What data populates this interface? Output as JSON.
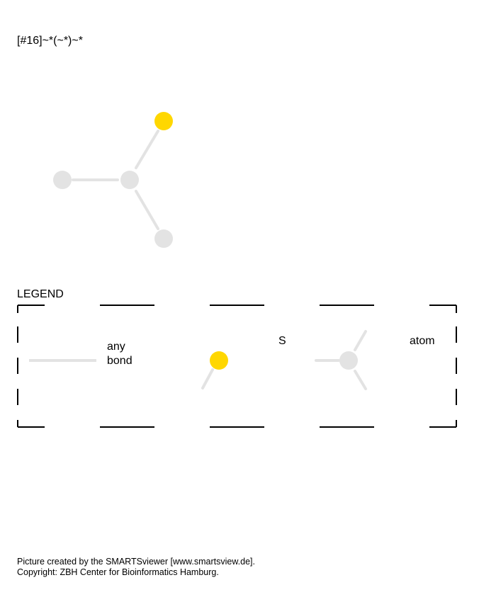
{
  "smarts_pattern": "[#16]~*(~*)~*",
  "colors": {
    "sulfur_atom": "#ffd700",
    "any_atom": "#e3e3e3",
    "bond": "#e3e3e3",
    "legend_border": "#000000"
  },
  "molecule": {
    "atoms": [
      {
        "id": "s1",
        "element": "S",
        "color_key": "sulfur_atom"
      },
      {
        "id": "c1",
        "element": "*",
        "color_key": "any_atom"
      },
      {
        "id": "a1",
        "element": "*",
        "color_key": "any_atom"
      },
      {
        "id": "a2",
        "element": "*",
        "color_key": "any_atom"
      }
    ],
    "bonds": [
      {
        "from": "c1",
        "to": "s1",
        "type": "any"
      },
      {
        "from": "c1",
        "to": "a1",
        "type": "any"
      },
      {
        "from": "c1",
        "to": "a2",
        "type": "any"
      }
    ]
  },
  "legend": {
    "title": "LEGEND",
    "items": [
      {
        "key": "any-bond",
        "label_lines": [
          "any",
          "bond"
        ]
      },
      {
        "key": "sulfur-atom",
        "label_lines": [
          "S"
        ]
      },
      {
        "key": "any-atom",
        "label_lines": [
          "atom"
        ]
      }
    ]
  },
  "footer": {
    "line1": "Picture created by the SMARTSviewer [www.smartsview.de].",
    "line2": "Copyright: ZBH Center for Bioinformatics Hamburg."
  }
}
